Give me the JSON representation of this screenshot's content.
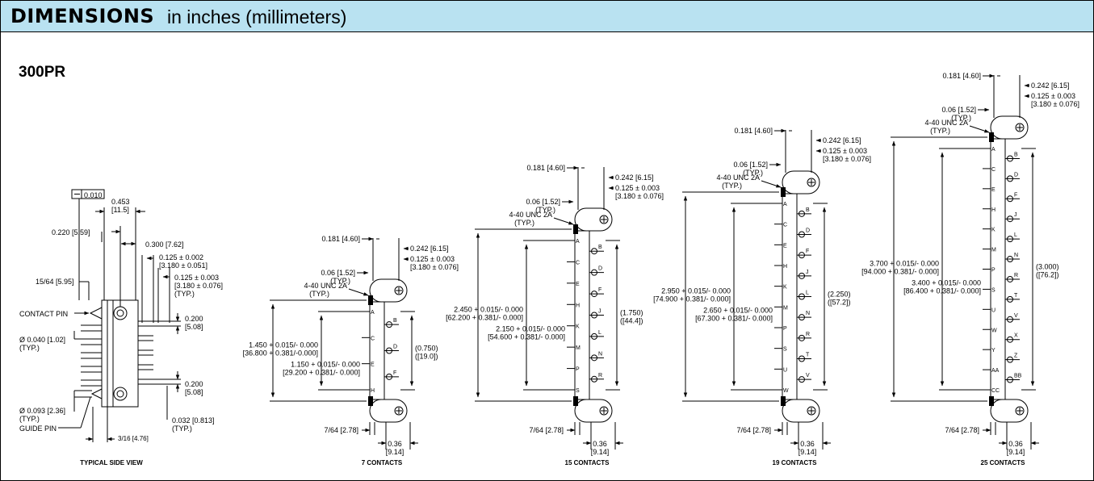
{
  "header": {
    "bold": "DIMENSIONS",
    "rest": "in inches (millimeters)"
  },
  "model": "300PR",
  "side": {
    "flatness": "0.010",
    "d0453": [
      "0.453",
      "[11.5]"
    ],
    "d0220": "0.220 [5.59]",
    "d0300": "0.300 [7.62]",
    "d0125a": [
      "0.125 ± 0.002",
      "[3.180 ± 0.051]"
    ],
    "d0125b": [
      "0.125 ± 0.003",
      "[3.180 ± 0.076]",
      "(TYP.)"
    ],
    "d1564": "15/64 [5.95]",
    "contact_pin": "CONTACT PIN",
    "d0200a": [
      "0.200",
      "[5.08]"
    ],
    "d0040": [
      "Ø 0.040 [1.02]",
      "(TYP.)"
    ],
    "d0200b": [
      "0.200",
      "[5.08]"
    ],
    "d0093": [
      "Ø 0.093 [2.36]",
      "(TYP.)"
    ],
    "guide_pin": "GUIDE PIN",
    "d0032": [
      "0.032 [0.813]",
      "(TYP.)"
    ],
    "d316": "3/16 [4.76]",
    "caption": "TYPICAL SIDE VIEW"
  },
  "views": [
    {
      "caption": "7 CONTACTS",
      "d0181": "0.181 [4.60]",
      "d0242": "0.242 [6.15]",
      "d0125": [
        "0.125 ± 0.003",
        "[3.180 ± 0.076]"
      ],
      "d006": [
        "0.06 [1.52]",
        "(TYP.)"
      ],
      "thread": [
        "4-40 UNC 2A",
        "(TYP.)"
      ],
      "outer": [
        "1.450 + 0.015/- 0.000",
        "[36.800 + 0.381/-0.000]"
      ],
      "inner": [
        "1.150 + 0.015/- 0.000",
        "[29.200 + 0.381/- 0.000]"
      ],
      "span": [
        "(0.750)",
        "([19.0])"
      ],
      "d764": "7/64 [2.78]",
      "d036": [
        "0.36",
        "[9.14]"
      ],
      "left_letters": [
        "A",
        "C",
        "E",
        "H"
      ],
      "right_letters": [
        "B",
        "D",
        "F"
      ]
    },
    {
      "caption": "15 CONTACTS",
      "d0181": "0.181 [4.60]",
      "d0242": "0.242 [6.15]",
      "d0125": [
        "0.125 ± 0.003",
        "[3.180 ± 0.076]"
      ],
      "d006": [
        "0.06 [1.52]",
        "(TYP.)"
      ],
      "thread": [
        "4-40 UNC 2A",
        "(TYP.)"
      ],
      "outer": [
        "2.450 + 0.015/- 0.000",
        "[62.200 + 0.381/- 0.000]"
      ],
      "inner": [
        "2.150 + 0.015/- 0.000",
        "[54.600 + 0.381/- 0.000]"
      ],
      "span": [
        "(1.750)",
        "([44.4])"
      ],
      "d764": "7/64 [2.78]",
      "d036": [
        "0.36",
        "[9.14]"
      ],
      "left_letters": [
        "A",
        "C",
        "E",
        "H",
        "K",
        "M",
        "P",
        "S"
      ],
      "right_letters": [
        "B",
        "D",
        "F",
        "J",
        "L",
        "N",
        "R"
      ]
    },
    {
      "caption": "19 CONTACTS",
      "d0181": "0.181 [4.60]",
      "d0242": "0.242 [6.15]",
      "d0125": [
        "0.125 ± 0.003",
        "[3.180 ± 0.076]"
      ],
      "d006": [
        "0.06 [1.52]",
        "(TYP.)"
      ],
      "thread": [
        "4-40 UNC 2A",
        "(TYP.)"
      ],
      "outer": [
        "2.950 + 0.015/- 0.000",
        "[74.900 + 0.381/- 0.000]"
      ],
      "inner": [
        "2.650 + 0.015/- 0.000",
        "[67.300 + 0.381/- 0.000]"
      ],
      "span": [
        "(2.250)",
        "([57.2])"
      ],
      "d764": "7/64 [2.78]",
      "d036": [
        "0.36",
        "[9.14]"
      ],
      "left_letters": [
        "A",
        "C",
        "E",
        "H",
        "K",
        "M",
        "P",
        "S",
        "U",
        "W"
      ],
      "right_letters": [
        "B",
        "D",
        "F",
        "J",
        "L",
        "N",
        "R",
        "T",
        "V"
      ]
    },
    {
      "caption": "25 CONTACTS",
      "d0181": "0.181 [4.60]",
      "d0242": "0.242 [6.15]",
      "d0125": [
        "0.125 ± 0.003",
        "[3.180 ± 0.076]"
      ],
      "d006": [
        "0.06 [1.52]",
        "(TYP.)"
      ],
      "thread": [
        "4-40 UNC 2A",
        "(TYP.)"
      ],
      "outer": [
        "3.700 + 0.015/- 0.000",
        "[94.000 + 0.381/- 0.000]"
      ],
      "inner": [
        "3.400 + 0.015/- 0.000",
        "[86.400 + 0.381/- 0.000]"
      ],
      "span": [
        "(3.000)",
        "([76.2])"
      ],
      "d764": "7/64 [2.78]",
      "d036": [
        "0.36",
        "[9.14]"
      ],
      "left_letters": [
        "A",
        "C",
        "E",
        "H",
        "K",
        "M",
        "P",
        "S",
        "U",
        "W",
        "Y",
        "AA",
        "CC"
      ],
      "right_letters": [
        "B",
        "D",
        "F",
        "J",
        "L",
        "N",
        "R",
        "T",
        "V",
        "X",
        "Z",
        "BB"
      ]
    }
  ],
  "colors": {
    "header_bg": "#b9e2f1",
    "line": "#000000"
  }
}
